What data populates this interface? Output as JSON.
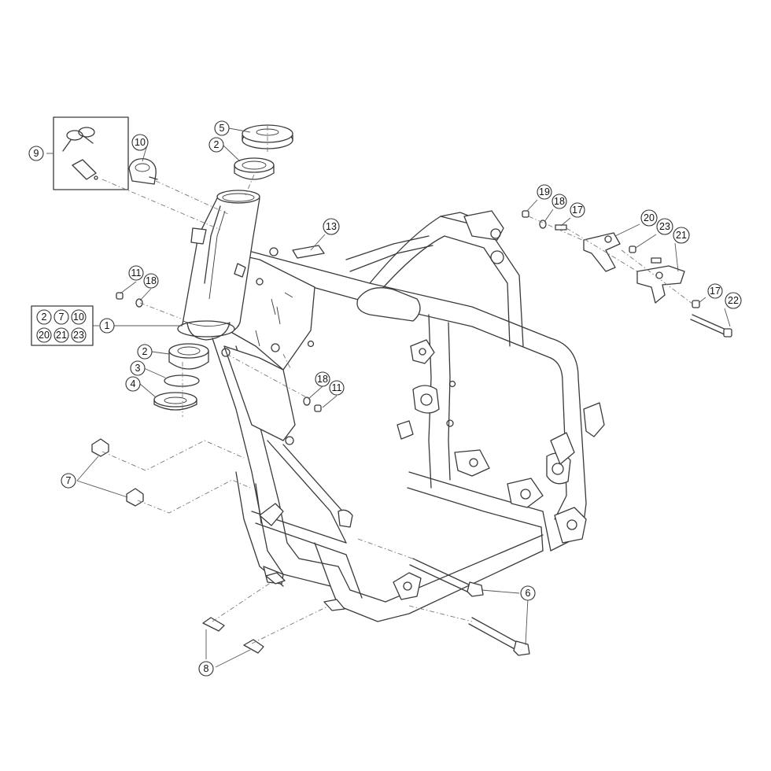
{
  "callouts": {
    "c1": "1",
    "c2a": "2",
    "c2b": "2",
    "c3": "3",
    "c4": "4",
    "c5": "5",
    "c6": "6",
    "c7": "7",
    "c8": "8",
    "c9": "9",
    "c10": "10",
    "c11a": "11",
    "c11b": "11",
    "c13": "13",
    "c17a": "17",
    "c17b": "17",
    "c18a": "18",
    "c18b": "18",
    "c18c": "18",
    "c19": "19",
    "c20": "20",
    "c21": "21",
    "c22": "22",
    "c23": "23"
  },
  "kit_box": [
    "2",
    "7",
    "10",
    "20",
    "21",
    "23"
  ]
}
